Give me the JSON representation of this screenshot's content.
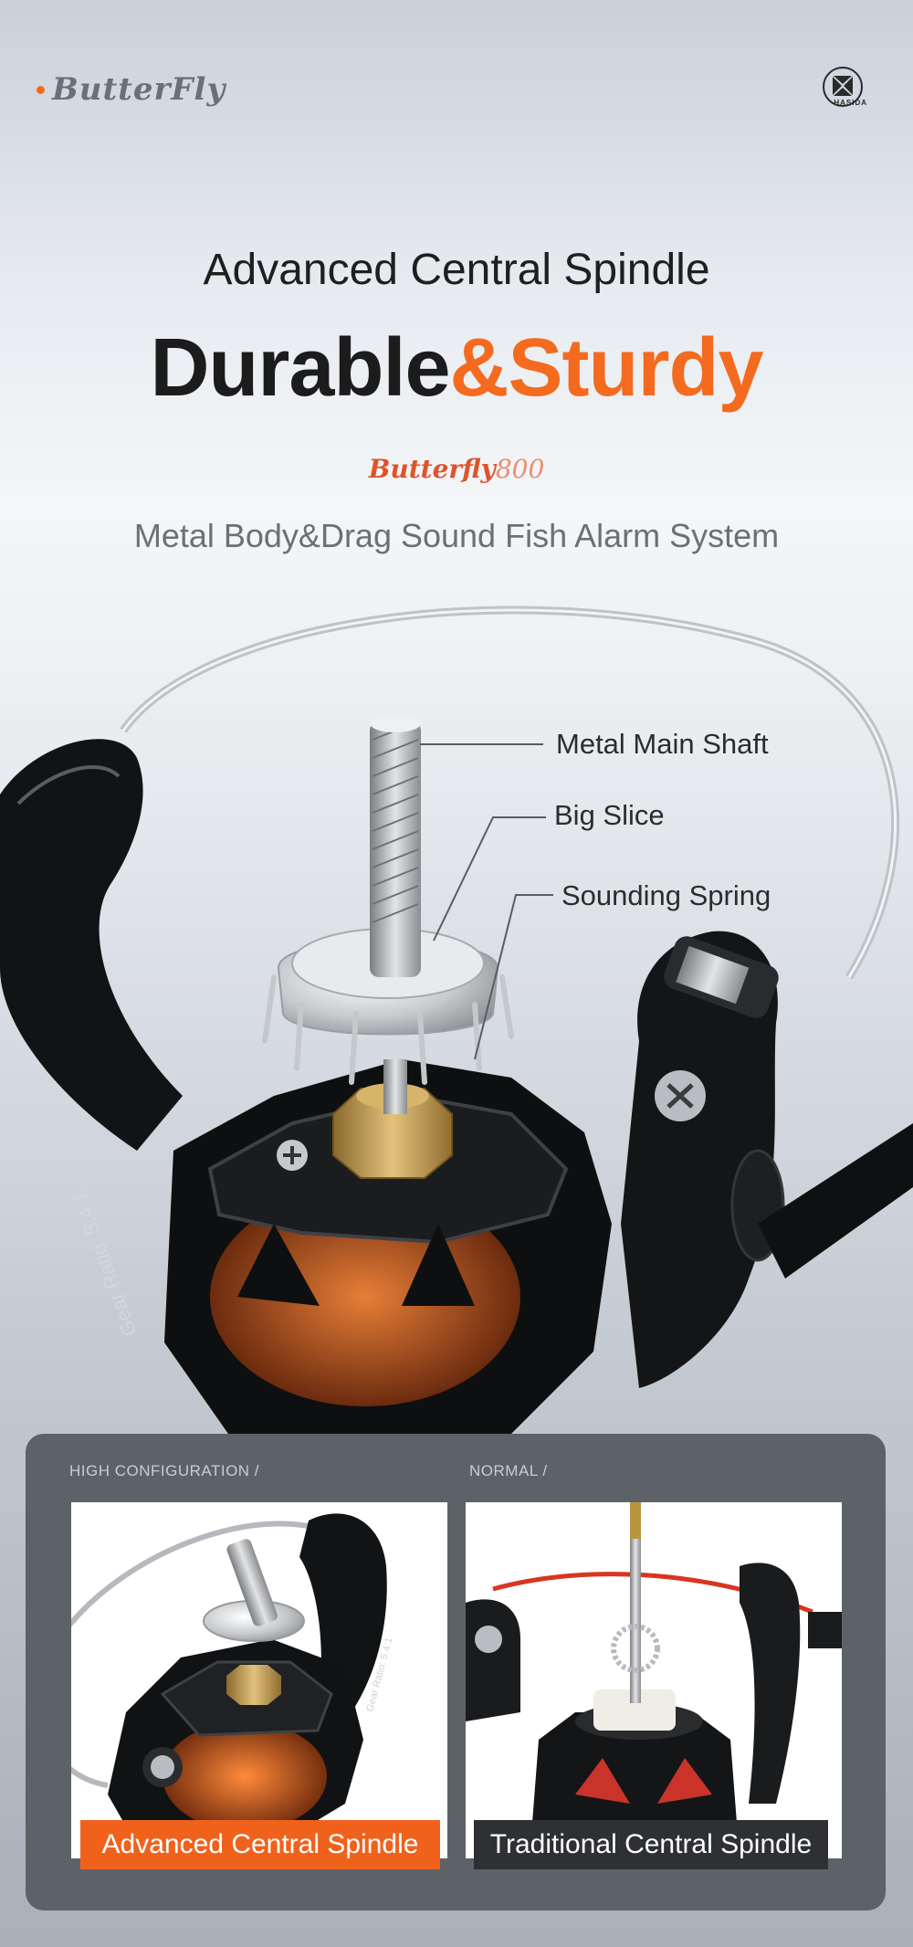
{
  "header": {
    "brand": "ButterFly",
    "badge": "HASIDA"
  },
  "hero": {
    "subtitle": "Advanced Central Spindle",
    "headline_dark": "Durable",
    "headline_accent": "&Sturdy",
    "model_name": "Butterfly",
    "model_number": "800",
    "tagline": "Metal Body&Drag Sound Fish Alarm System",
    "gear_ratio_text": "Gear Ratio: 5.4:1"
  },
  "callouts": [
    {
      "label": "Metal Main Shaft"
    },
    {
      "label": "Big Slice"
    },
    {
      "label": "Sounding Spring"
    }
  ],
  "comparison": {
    "left": {
      "label": "HIGH CONFIGURATION /",
      "caption": "Advanced Central Spindle",
      "gear_ratio_text": "Gear Ratio: 5.4:1"
    },
    "right": {
      "label": "NORMAL /",
      "caption": "Traditional Central Spindle"
    }
  },
  "colors": {
    "accent": "#f46a1e",
    "dark_text": "#1c1c1c",
    "panel": "#5d6268"
  }
}
